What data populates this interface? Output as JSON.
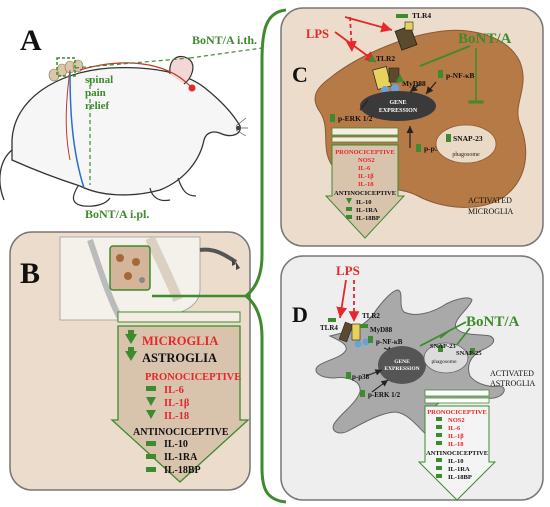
{
  "panels": {
    "a": {
      "letter": "A",
      "ith_label": "BoNT/A i.th.",
      "ipl_label": "BoNT/A i.pl.",
      "relief_lines": [
        "spinal",
        "pain",
        "relief"
      ]
    },
    "b": {
      "letter": "B",
      "microglia": "MICROGLIA",
      "astroglia": "ASTROGLIA",
      "pronoci_title": "PRONOCICEPTIVE",
      "pronoci": [
        "IL-6",
        "IL-1β",
        "IL-18"
      ],
      "antinoci_title": "ANTINOCICEPTIVE",
      "antinoci": [
        "IL-10",
        "IL-1RA",
        "IL-18BP"
      ]
    },
    "c": {
      "letter": "C",
      "lps": "LPS",
      "bont": "BoNT/A",
      "tlr4": "TLR4",
      "tlr2": "TLR2",
      "myd88": "MyD88",
      "pnfkb": "p-NF-κB",
      "gene_lines": [
        "GENE",
        "EXPRESSION"
      ],
      "perk": "p-ERK 1/2",
      "p38": "p-p38",
      "snap23": "SNAP-23",
      "phagosome": "phagosome",
      "pronoci_title": "PRONOCICEPTIVE",
      "pronoci": [
        "NOS2",
        "IL-6",
        "IL-1β",
        "IL-18"
      ],
      "antinoci_title": "ANTINOCICEPTIVE",
      "antinoci": [
        "IL-10",
        "IL-1RA",
        "IL-18BP"
      ],
      "cell_lines": [
        "ACTIVATED",
        "MICROGLIA"
      ]
    },
    "d": {
      "letter": "D",
      "lps": "LPS",
      "bont": "BoNT/A",
      "tlr2": "TLR2",
      "tlr4": "TLR4",
      "myd88": "MyD88",
      "pnfkb": "p-NF-κB",
      "gene_lines": [
        "GENE",
        "EXPRESSION"
      ],
      "snap23": "SNAP-23",
      "snap25": "SNAP-25",
      "phagosome": "phagosome",
      "p38": "p-p38",
      "perk": "p-ERK 1/2",
      "cell_lines": [
        "ACTIVATED",
        "ASTROGLIA"
      ],
      "pronoci_title": "PRONOCICEPTIVE",
      "pronoci": [
        "NOS2",
        "IL-6",
        "IL-1β",
        "IL-18"
      ],
      "antinoci_title": "ANTINOCICEPTIVE",
      "antinoci": [
        "IL-10",
        "IL-1RA",
        "IL-18BP"
      ]
    }
  },
  "colors": {
    "red": "#e8262b",
    "green": "#3e8a2e",
    "dark_green": "#2f6b22",
    "tan_panel": "#ecdccc",
    "microglia_body": "#b67a46",
    "astroglia_body": "#a9a9a9",
    "panel_frame": "#777777"
  }
}
